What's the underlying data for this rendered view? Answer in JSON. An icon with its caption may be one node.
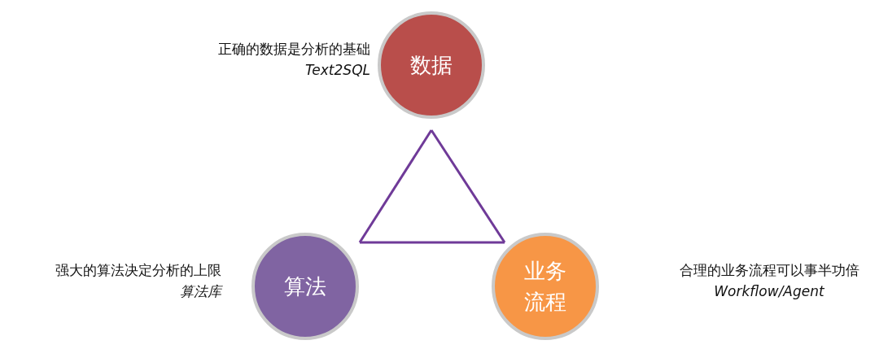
{
  "diagram": {
    "nodes": [
      {
        "text": [
          "数据"
        ],
        "beside": [
          "正确的数据是分析的基础",
          "Text2SQL"
        ]
      },
      {
        "text": [
          "算法"
        ],
        "beside": [
          "强大的算法决定分析的上限",
          "算法库"
        ]
      },
      {
        "text": [
          "业务流程"
        ],
        "beside": [
          "合理的业务流程可以事半功倍",
          "Workflow/Agent"
        ]
      }
    ],
    "edges": [
      {
        "from": 0,
        "to": 1,
        "arrow": "none"
      },
      {
        "from": 1,
        "to": 2,
        "arrow": "none"
      },
      {
        "from": 2,
        "to": 0,
        "arrow": "none"
      }
    ]
  }
}
